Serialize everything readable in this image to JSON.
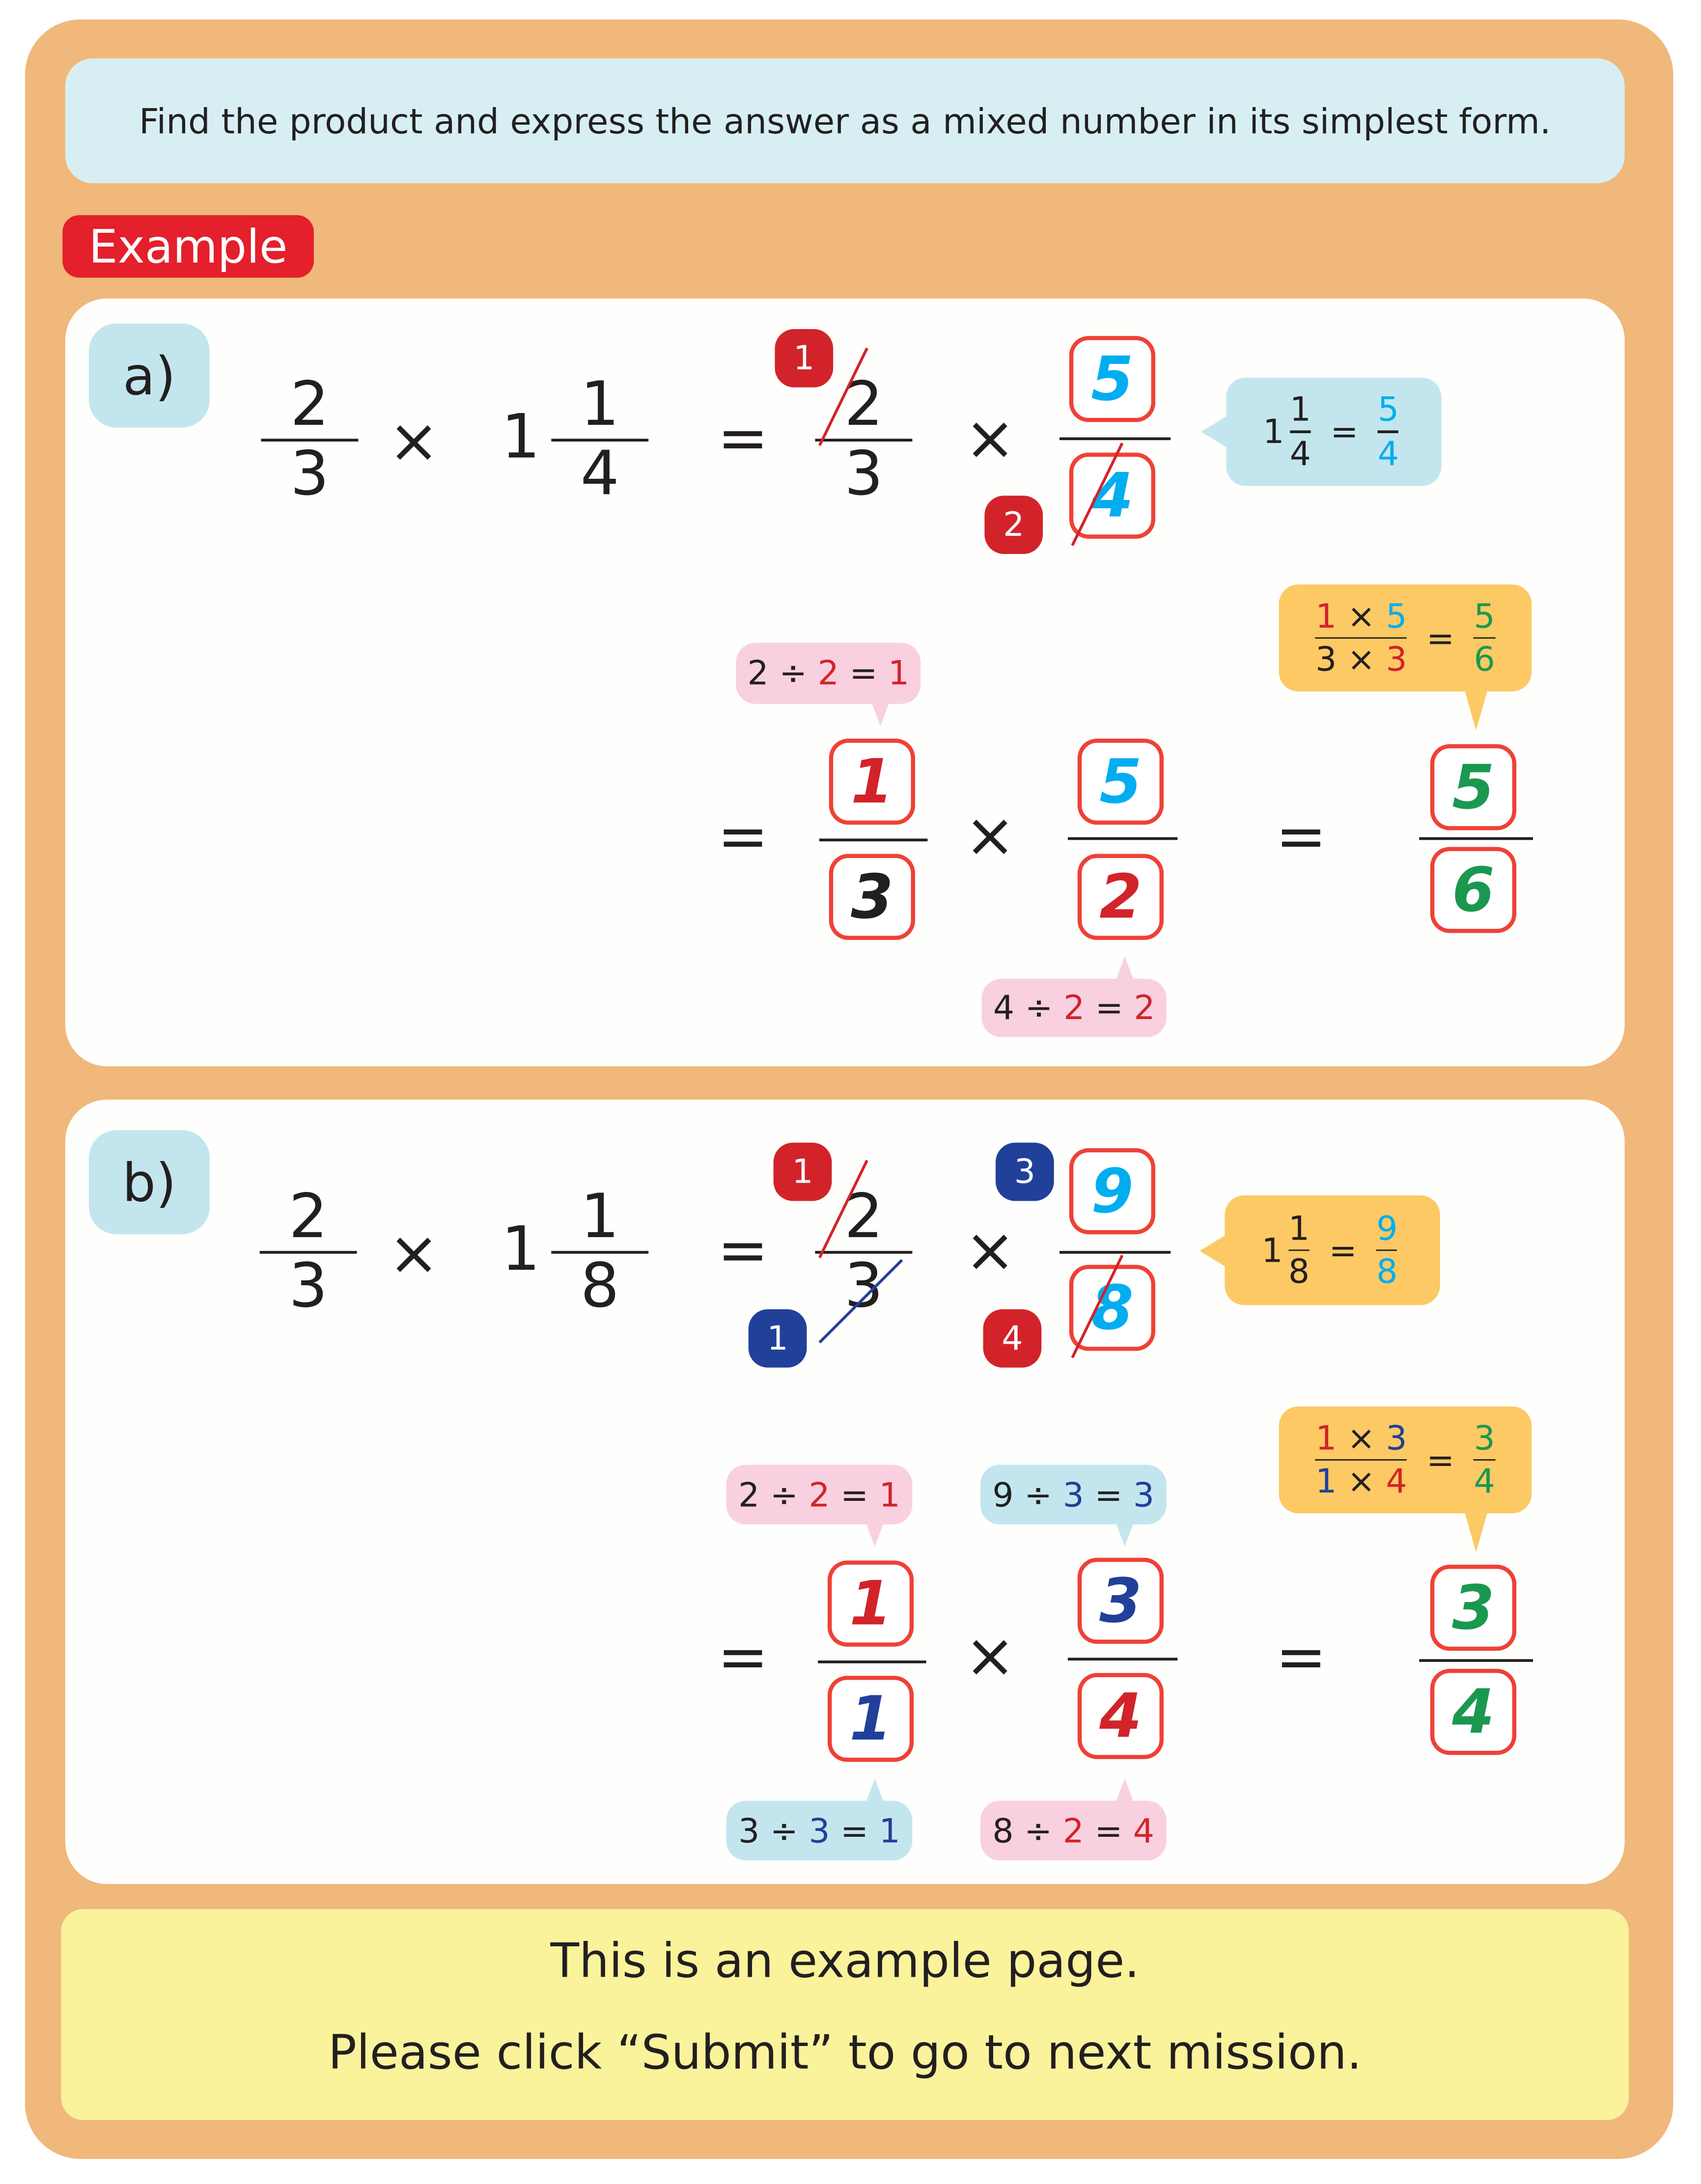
{
  "instruction": "Find the product and express the answer as a mixed number in its simplest form.",
  "example_label": "Example",
  "colors": {
    "frame": "#f0b87a",
    "red": "#d2232a",
    "blue": "#00aeef",
    "green": "#1a9850",
    "navy": "#21409a",
    "footer": "#faf39b"
  },
  "symbols": {
    "times": "×",
    "eq": "=",
    "div": "÷"
  },
  "a": {
    "label": "a)",
    "f1n": "2",
    "f1d": "3",
    "whole": "1",
    "f2n": "1",
    "f2d": "4",
    "badge1": "1",
    "badge2": "2",
    "s1n": "2",
    "s1d": "3",
    "s2n": "5",
    "s2d": "4",
    "conv": {
      "whole": "1",
      "n": "1",
      "d": "4",
      "rn": "5",
      "rd": "4"
    },
    "div_top": {
      "a": "2",
      "b": "2",
      "r": "1"
    },
    "div_bot": {
      "a": "4",
      "b": "2",
      "r": "2"
    },
    "prod": {
      "n1": "1",
      "n2": "5",
      "d1": "3",
      "d2": "3",
      "rn": "5",
      "rd": "6"
    },
    "r1n": "1",
    "r1d": "3",
    "r2n": "5",
    "r2d": "2",
    "ansn": "5",
    "ansd": "6"
  },
  "b": {
    "label": "b)",
    "f1n": "2",
    "f1d": "3",
    "whole": "1",
    "f2n": "1",
    "f2d": "8",
    "badge1": "1",
    "badge2": "1",
    "badge3": "3",
    "badge4": "4",
    "s1n": "2",
    "s1d": "3",
    "s2n": "9",
    "s2d": "8",
    "conv": {
      "whole": "1",
      "n": "1",
      "d": "8",
      "rn": "9",
      "rd": "8"
    },
    "div_tl": {
      "a": "2",
      "b": "2",
      "r": "1"
    },
    "div_tr": {
      "a": "9",
      "b": "3",
      "r": "3"
    },
    "div_bl": {
      "a": "3",
      "b": "3",
      "r": "1"
    },
    "div_br": {
      "a": "8",
      "b": "2",
      "r": "4"
    },
    "prod": {
      "n1": "1",
      "n2": "3",
      "d1": "1",
      "d2": "4",
      "rn": "3",
      "rd": "4"
    },
    "r1n": "1",
    "r1d": "1",
    "r2n": "3",
    "r2d": "4",
    "ansn": "3",
    "ansd": "4"
  },
  "footer": {
    "line1": "This is an example page.",
    "line2": "Please click “Submit” to go to next mission."
  }
}
